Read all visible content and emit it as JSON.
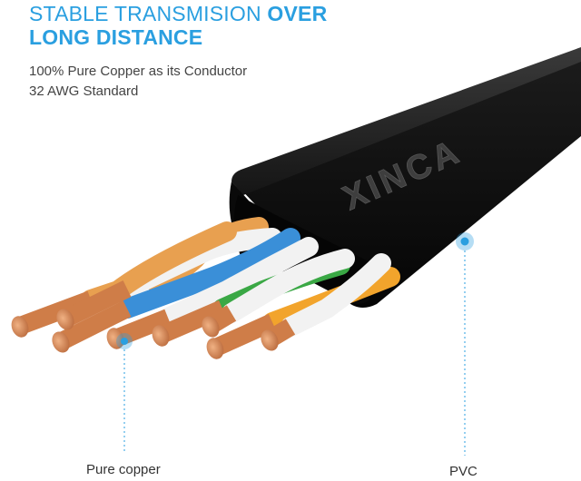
{
  "headline": {
    "line1_light": "STABLE TRANSMISION ",
    "line1_bold": "OVER",
    "line2": "LONG DISTANCE"
  },
  "specs": [
    "100% Pure Copper as its Conductor",
    "32 AWG Standard"
  ],
  "brand_on_cable": "XINCA",
  "callouts": {
    "conductor": "Pure copper",
    "jacket": "PVC"
  },
  "colors": {
    "accent": "#2a9fe0",
    "jacket": "#161616",
    "copper": "#d4834e"
  }
}
